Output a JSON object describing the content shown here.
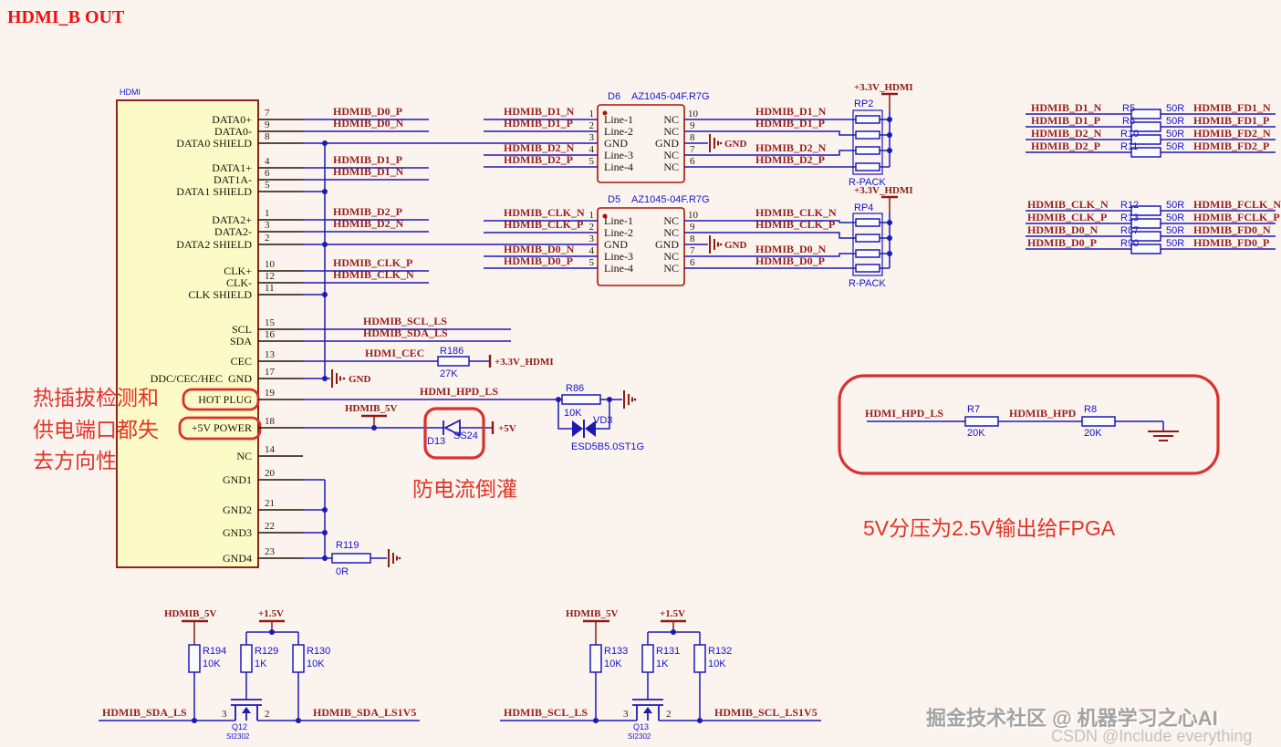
{
  "title": "HDMI_B OUT",
  "colors": {
    "background": "#fbf3ee",
    "wire_blue": "#1c1ab5",
    "net_label_red": "#97231f",
    "component_blue": "#1515cf",
    "power_dark_red": "#8e1a15",
    "annotation_red": "#e23428",
    "connector_fill": "#fcfac7",
    "connector_border": "#7d1006",
    "highlight_red": "#d8312e"
  },
  "annotations": {
    "left_line1": "热插拔检测和",
    "left_line2": "供电端口都失",
    "left_line3": "去方向性",
    "diode_note": "防电流倒灌",
    "fpga_note": "5V分压为2.5V输出给FPGA"
  },
  "watermark": {
    "line1": "掘金技术社区 @ 机器学习之心AI",
    "line2": "CSDN @Include everything"
  },
  "connector": {
    "ref": "HDMI",
    "pins": [
      {
        "num": "7",
        "name": "DATA0+"
      },
      {
        "num": "9",
        "name": "DATA0-"
      },
      {
        "num": "8",
        "name": "DATA0 SHIELD"
      },
      {
        "num": "4",
        "name": "DATA1+"
      },
      {
        "num": "6",
        "name": "DAT1A-"
      },
      {
        "num": "5",
        "name": "DATA1 SHIELD"
      },
      {
        "num": "1",
        "name": "DATA2+"
      },
      {
        "num": "3",
        "name": "DATA2-"
      },
      {
        "num": "2",
        "name": "DATA2 SHIELD"
      },
      {
        "num": "10",
        "name": "CLK+"
      },
      {
        "num": "12",
        "name": "CLK-"
      },
      {
        "num": "11",
        "name": "CLK SHIELD"
      },
      {
        "num": "15",
        "name": "SCL"
      },
      {
        "num": "16",
        "name": "SDA"
      },
      {
        "num": "13",
        "name": "CEC"
      },
      {
        "num": "17",
        "name": "DDC/CEC/HEC  GND"
      },
      {
        "num": "19",
        "name": "HOT PLUG"
      },
      {
        "num": "18",
        "name": "+5V POWER"
      },
      {
        "num": "14",
        "name": "NC"
      },
      {
        "num": "20",
        "name": "GND1"
      },
      {
        "num": "21",
        "name": "GND2"
      },
      {
        "num": "22",
        "name": "GND3"
      },
      {
        "num": "23",
        "name": "GND4"
      }
    ]
  },
  "left_nets": {
    "d0p": "HDMIB_D0_P",
    "d0n": "HDMIB_D0_N",
    "d1p": "HDMIB_D1_P",
    "d1n": "HDMIB_D1_N",
    "d2p": "HDMIB_D2_P",
    "d2n": "HDMIB_D2_N",
    "clkp": "HDMIB_CLK_P",
    "clkn": "HDMIB_CLK_N",
    "scl": "HDMIB_SCL_LS",
    "sda": "HDMIB_SDA_LS",
    "cec": "HDMI_CEC",
    "hpd": "HDMI_HPD_LS",
    "v5": "HDMIB_5V",
    "gnd": "GND"
  },
  "esd1": {
    "ref": "D6",
    "part": "AZ1045-04F.R7G",
    "left_pins": [
      "Line-1",
      "Line-2",
      "GND",
      "Line-3",
      "Line-4"
    ],
    "right_pins": [
      "NC",
      "NC",
      "GND",
      "NC",
      "NC"
    ],
    "left_nums": [
      "1",
      "2",
      "3",
      "4",
      "5"
    ],
    "right_nums": [
      "10",
      "9",
      "8",
      "7",
      "6"
    ],
    "in_nets": [
      "HDMIB_D1_N",
      "HDMIB_D1_P",
      "HDMIB_D2_N",
      "HDMIB_D2_P"
    ],
    "out_nets": [
      "HDMIB_D1_N",
      "HDMIB_D1_P",
      "HDMIB_D2_N",
      "HDMIB_D2_P"
    ],
    "gnd": "GND"
  },
  "esd2": {
    "ref": "D5",
    "part": "AZ1045-04F.R7G",
    "left_pins": [
      "Line-1",
      "Line-2",
      "GND",
      "Line-3",
      "Line-4"
    ],
    "right_pins": [
      "NC",
      "NC",
      "GND",
      "NC",
      "NC"
    ],
    "left_nums": [
      "1",
      "2",
      "3",
      "4",
      "5"
    ],
    "right_nums": [
      "10",
      "9",
      "8",
      "7",
      "6"
    ],
    "in_nets": [
      "HDMIB_CLK_N",
      "HDMIB_CLK_P",
      "HDMIB_D0_N",
      "HDMIB_D0_P"
    ],
    "out_nets": [
      "HDMIB_CLK_N",
      "HDMIB_CLK_P",
      "HDMIB_D0_N",
      "HDMIB_D0_P"
    ],
    "gnd": "GND"
  },
  "rp1": {
    "ref": "RP2",
    "type": "R-PACK",
    "power": "+3.3V_HDMI"
  },
  "rp2": {
    "ref": "RP4",
    "type": "R-PACK",
    "power": "+3.3V_HDMI"
  },
  "series1": {
    "rows": [
      {
        "left": "HDMIB_D1_N",
        "ref": "R5",
        "val": "50R",
        "right": "HDMIB_FD1_N"
      },
      {
        "left": "HDMIB_D1_P",
        "ref": "R6",
        "val": "50R",
        "right": "HDMIB_FD1_P"
      },
      {
        "left": "HDMIB_D2_N",
        "ref": "R10",
        "val": "50R",
        "right": "HDMIB_FD2_N"
      },
      {
        "left": "HDMIB_D2_P",
        "ref": "R11",
        "val": "50R",
        "right": "HDMIB_FD2_P"
      }
    ]
  },
  "series2": {
    "rows": [
      {
        "left": "HDMIB_CLK_N",
        "ref": "R12",
        "val": "50R",
        "right": "HDMIB_FCLK_N"
      },
      {
        "left": "HDMIB_CLK_P",
        "ref": "R13",
        "val": "50R",
        "right": "HDMIB_FCLK_P"
      },
      {
        "left": "HDMIB_D0_N",
        "ref": "R87",
        "val": "50R",
        "right": "HDMIB_FD0_N"
      },
      {
        "left": "HDMIB_D0_P",
        "ref": "R90",
        "val": "50R",
        "right": "HDMIB_FD0_P"
      }
    ]
  },
  "cec_res": {
    "ref": "R186",
    "val": "27K",
    "power": "+3.3V_HDMI"
  },
  "hpd_clamp": {
    "r_ref": "R86",
    "r_val": "10K",
    "tvs_ref": "VD3",
    "tvs_part": "ESD5B5.0ST1G"
  },
  "d13": {
    "ref": "D13",
    "part": "SS24",
    "power": "+5V"
  },
  "r119": {
    "ref": "R119",
    "val": "0R"
  },
  "hpd_div": {
    "in_net": "HDMI_HPD_LS",
    "mid_net": "HDMIB_HPD",
    "r1_ref": "R7",
    "r1_val": "20K",
    "r2_ref": "R8",
    "r2_val": "20K"
  },
  "ls1": {
    "v5": "HDMIB_5V",
    "v15": "+1.5V",
    "pull_ref": "R194",
    "pull_val": "10K",
    "gate_ref": "R129",
    "gate_val": "1K",
    "out_ref": "R130",
    "out_val": "10K",
    "q_ref": "Q12",
    "q_part": "SI2302",
    "pin3": "3",
    "pin2": "2",
    "left_net": "HDMIB_SDA_LS",
    "right_net": "HDMIB_SDA_LS1V5"
  },
  "ls2": {
    "v5": "HDMIB_5V",
    "v15": "+1.5V",
    "pull_ref": "R133",
    "pull_val": "10K",
    "gate_ref": "R131",
    "gate_val": "1K",
    "out_ref": "R132",
    "out_val": "10K",
    "q_ref": "Q13",
    "q_part": "SI2302",
    "pin3": "3",
    "pin2": "2",
    "left_net": "HDMIB_SCL_LS",
    "right_net": "HDMIB_SCL_LS1V5"
  }
}
